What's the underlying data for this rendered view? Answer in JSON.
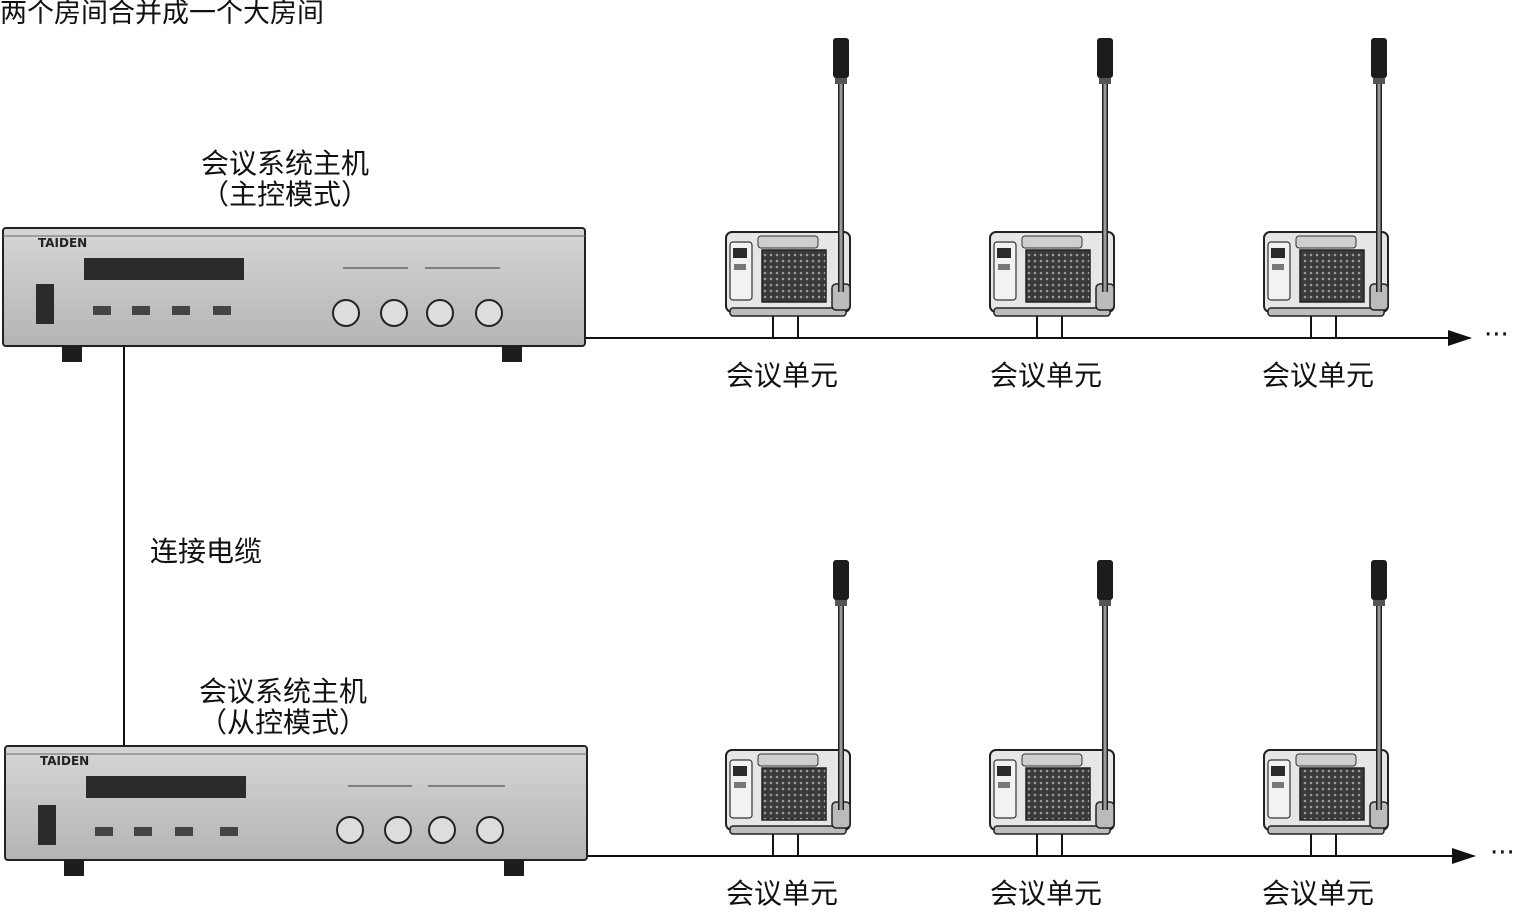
{
  "title": "两个房间合并成一个大房间",
  "brand": "TAIDEN",
  "hosts": [
    {
      "name": "会议系统主机",
      "mode": "（主控模式）"
    },
    {
      "name": "会议系统主机",
      "mode": "（从控模式）"
    }
  ],
  "cable_label": "连接电缆",
  "unit_label": "会议单元",
  "ellipsis": "···",
  "units_per_row": 3
}
